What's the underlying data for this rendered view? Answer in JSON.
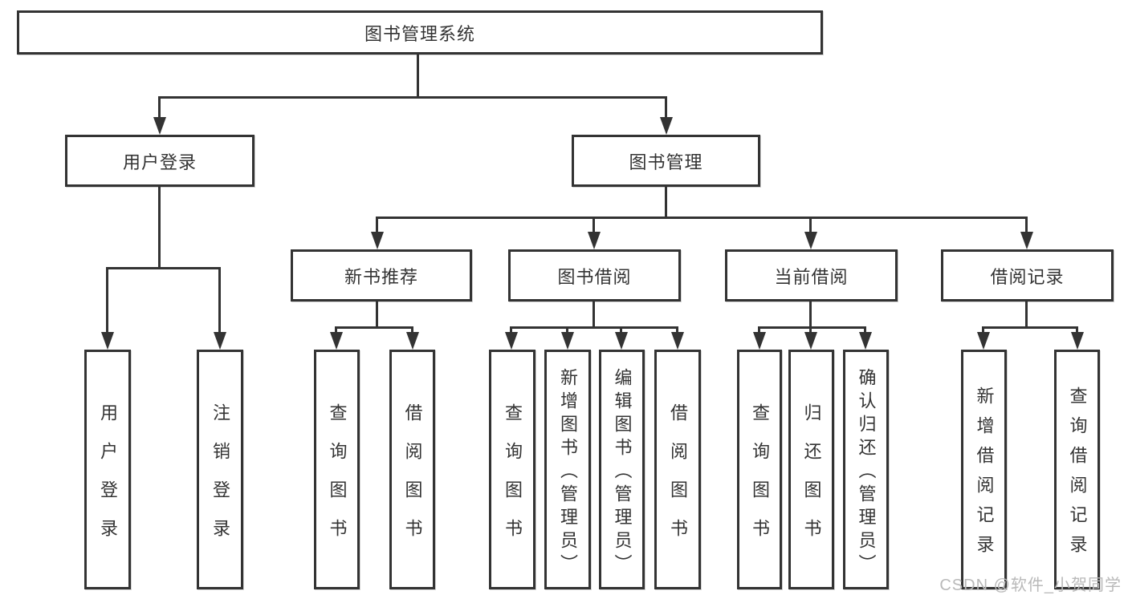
{
  "nodes": {
    "root": "图书管理系统",
    "user_login": "用户登录",
    "book_management": "图书管理",
    "new_book_recommend": "新书推荐",
    "book_borrowing": "图书借阅",
    "current_borrowing": "当前借阅",
    "borrowing_records": "借阅记录"
  },
  "leaves": {
    "user_login": "用户登录",
    "logout": "注销登录",
    "nbr_query_books": "查询图书",
    "nbr_borrow_books": "借阅图书",
    "bb_query_books": "查询图书",
    "bb_add_books": "新增图书（管理员）",
    "bb_edit_books": "编辑图书（管理员）",
    "bb_borrow_books": "借阅图书",
    "cb_query_books": "查询图书",
    "cb_return_books": "归还图书",
    "cb_confirm_return": "确认归还（管理员）",
    "br_add_record": "新增借阅记录",
    "br_query_record": "查询借阅记录"
  },
  "watermark": {
    "text": "CSDN @软件_小贺同学",
    "color": "#b9b9b9"
  },
  "colors": {
    "line": "#333333",
    "box_border": "#333333",
    "box_fill": "#ffffff",
    "text": "#333333",
    "background": "#ffffff"
  }
}
